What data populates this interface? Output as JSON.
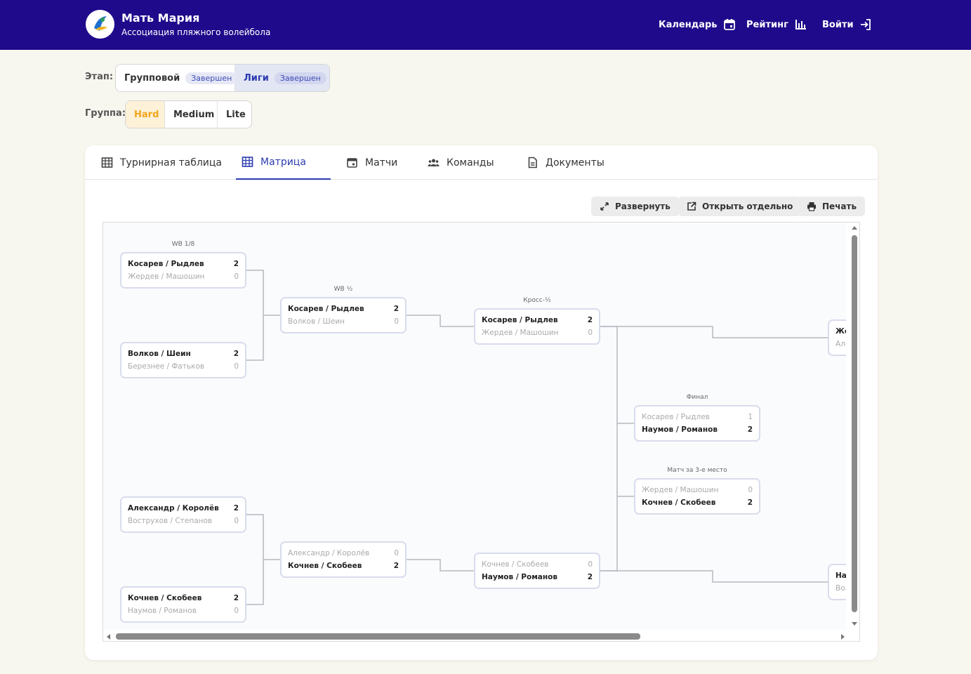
{
  "header": {
    "title": "Мать Мария",
    "subtitle": "Ассоциация пляжного волейбола",
    "nav": {
      "calendar": "Календарь",
      "rating": "Рейтинг",
      "login": "Войти"
    }
  },
  "filters": {
    "stage_label": "Этап:",
    "stages": [
      {
        "name": "Групповой",
        "badge": "Завершен"
      },
      {
        "name": "Лиги",
        "badge": "Завершен"
      }
    ],
    "group_label": "Группа:",
    "groups": [
      "Hard",
      "Medium",
      "Lite"
    ]
  },
  "tabs": [
    "Турнирная таблица",
    "Матрица",
    "Матчи",
    "Команды",
    "Документы"
  ],
  "toolbar": {
    "expand": "Развернуть",
    "open_separately": "Открыть отдельно",
    "print": "Печать"
  },
  "bracket": {
    "titles": {
      "wb18": "WB 1/8",
      "wb12": "WB ½",
      "cross": "Кросс-½",
      "final": "Финал",
      "third": "Матч за 3-е место"
    },
    "matches": {
      "m1": [
        [
          "Косарев / Рыдлев",
          "2",
          true
        ],
        [
          "Жердев / Машошин",
          "0",
          false
        ]
      ],
      "m2": [
        [
          "Волков / Шеин",
          "2",
          true
        ],
        [
          "Березнее / Фатьков",
          "0",
          false
        ]
      ],
      "m3": [
        [
          "Александр / Королёв",
          "2",
          true
        ],
        [
          "Вострухов / Степанов",
          "0",
          false
        ]
      ],
      "m4": [
        [
          "Кочнев / Скобеев",
          "2",
          true
        ],
        [
          "Наумов / Романов",
          "0",
          false
        ]
      ],
      "m5": [
        [
          "Косарев / Рыдлев",
          "2",
          true
        ],
        [
          "Волков / Шеин",
          "0",
          false
        ]
      ],
      "m6": [
        [
          "Александр / Королёв",
          "0",
          false
        ],
        [
          "Кочнев / Скобеев",
          "2",
          true
        ]
      ],
      "m7": [
        [
          "Косарев / Рыдлев",
          "2",
          true
        ],
        [
          "Жердев / Машошин",
          "0",
          false
        ]
      ],
      "m8": [
        [
          "Кочнев / Скобеев",
          "0",
          false
        ],
        [
          "Наумов / Романов",
          "2",
          true
        ]
      ],
      "m9": [
        [
          "Косарев / Рыдлев",
          "1",
          false
        ],
        [
          "Наумов / Романов",
          "2",
          true
        ]
      ],
      "m10": [
        [
          "Жердев / Машошин",
          "0",
          false
        ],
        [
          "Кочнев / Скобеев",
          "2",
          true
        ]
      ],
      "m11": [
        [
          "Жер",
          "",
          true
        ],
        [
          "Але",
          "",
          false
        ]
      ],
      "m12": [
        [
          "Нау",
          "",
          true
        ],
        [
          "Вол",
          "",
          false
        ]
      ]
    }
  }
}
